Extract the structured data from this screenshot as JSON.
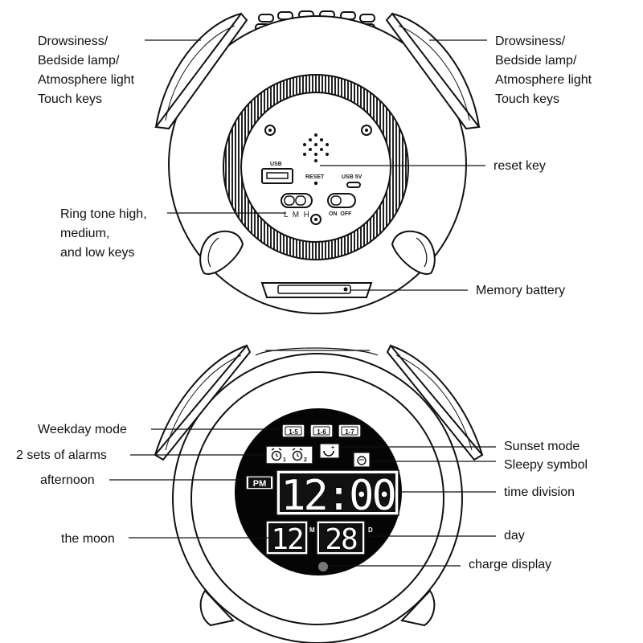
{
  "top_view": {
    "label_left_lamp": [
      "Drowsiness/",
      "Bedside lamp/",
      "Atmosphere light",
      "Touch keys"
    ],
    "label_right_lamp": [
      "Drowsiness/",
      "Bedside lamp/",
      "Atmosphere light",
      "Touch keys"
    ],
    "label_reset": "reset key",
    "label_ringtone": [
      "Ring tone high,",
      "medium,",
      "and low keys"
    ],
    "label_battery": "Memory battery",
    "panel": {
      "usb": "USB",
      "reset": "RESET",
      "usb5v": "USB 5V",
      "lmh": "L  M  H",
      "onoff": "ON  OFF"
    }
  },
  "front_view": {
    "label_weekday": "Weekday mode",
    "label_alarms": "2 sets of alarms",
    "label_afternoon": "afternoon",
    "label_moon": "the moon",
    "label_sunset": "Sunset mode",
    "label_sleepy": "Sleepy symbol",
    "label_time": "time division",
    "label_day": "day",
    "label_charge": "charge display",
    "display": {
      "weekday_buttons": [
        "1-5",
        "1-6",
        "1-7"
      ],
      "alarm1_sub": "1",
      "alarm2_sub": "2",
      "pm": "PM",
      "time": "12:00",
      "month": "12",
      "month_marker": "M",
      "day": "28",
      "day_marker": "D"
    }
  }
}
